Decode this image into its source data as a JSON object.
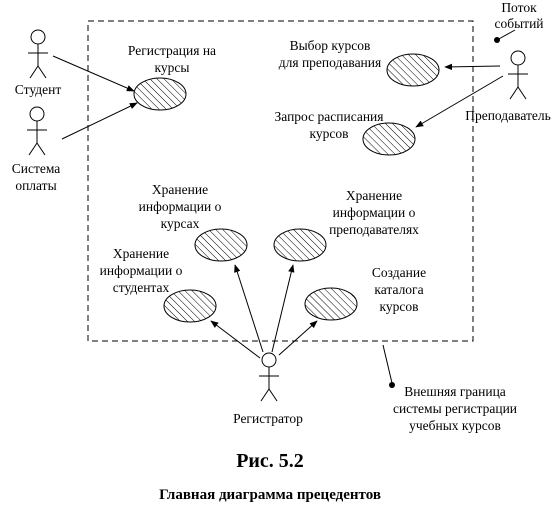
{
  "actors": {
    "student": "Студент",
    "payment": [
      "Система",
      "оплаты"
    ],
    "teacher": "Преподаватель",
    "registrar": "Регистратор"
  },
  "use_cases": {
    "register": [
      "Регистрация на",
      "курсы"
    ],
    "choose": [
      "Выбор курсов",
      "для преподавания"
    ],
    "schedule": [
      "Запрос расписания",
      "курсов"
    ],
    "store_courses": [
      "Хранение",
      "информации о",
      "курсах"
    ],
    "store_teachers": [
      "Хранение",
      "информации о",
      "преподавателях"
    ],
    "store_students": [
      "Хранение",
      "информации о",
      "студентах"
    ],
    "catalog": [
      "Создание",
      "каталога",
      "курсов"
    ]
  },
  "notes": {
    "event_flow": [
      "Поток",
      "событий"
    ],
    "boundary": [
      "Внешняя граница",
      "системы регистрации",
      "учебных курсов"
    ]
  },
  "figure": {
    "number": "Рис. 5.2",
    "caption": "Главная диаграмма прецедентов"
  }
}
